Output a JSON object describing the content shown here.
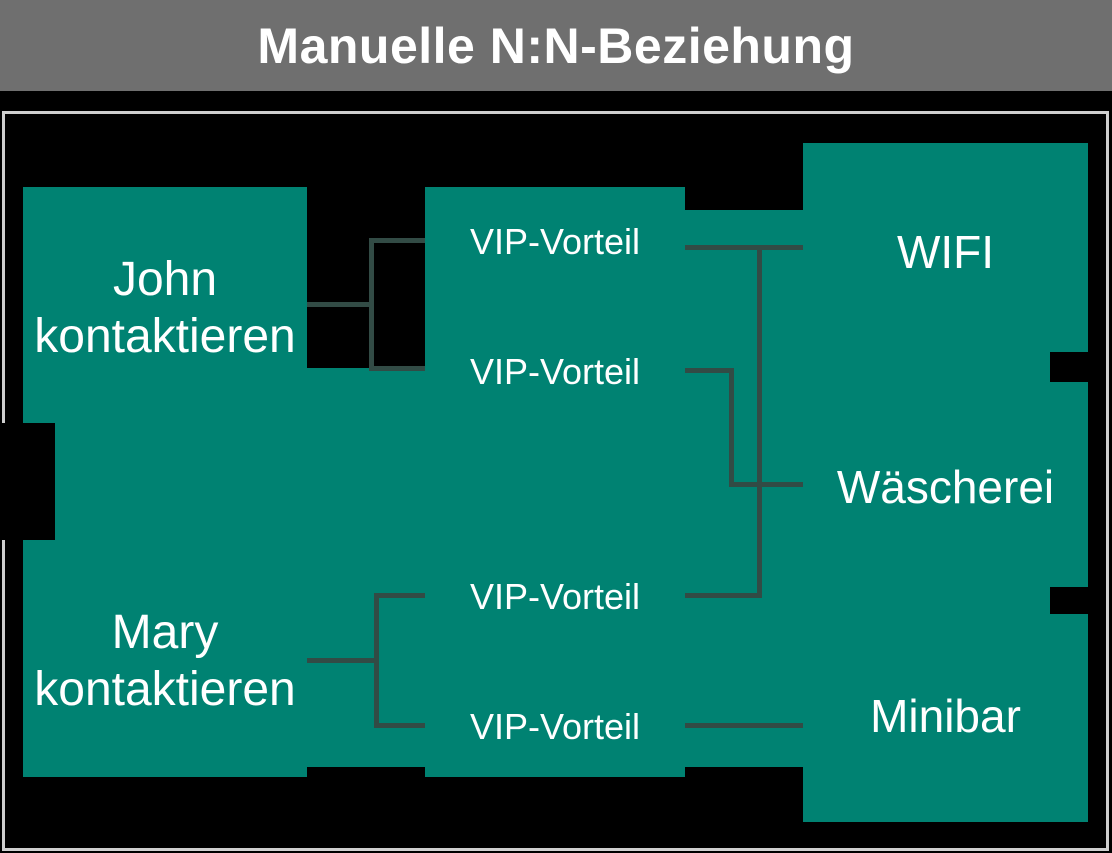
{
  "title": "Manuelle N:N-Beziehung",
  "colors": {
    "teal": "#008272",
    "connector": "#324B45",
    "header_bg": "#6F6F6F",
    "canvas_bg": "#000000",
    "border": "#CFCFCF",
    "text": "#FFFFFF"
  },
  "diagram": {
    "contacts": [
      {
        "id": "john",
        "lines": [
          "John",
          "kontaktieren"
        ]
      },
      {
        "id": "mary",
        "lines": [
          "Mary",
          "kontaktieren"
        ]
      }
    ],
    "junctions": [
      {
        "id": "vip-1",
        "label": "VIP-Vorteil"
      },
      {
        "id": "vip-2",
        "label": "VIP-Vorteil"
      },
      {
        "id": "vip-3",
        "label": "VIP-Vorteil"
      },
      {
        "id": "vip-4",
        "label": "VIP-Vorteil"
      }
    ],
    "benefits": [
      {
        "id": "wifi",
        "label": "WIFI"
      },
      {
        "id": "waescherei",
        "label": "Wäscherei"
      },
      {
        "id": "minibar",
        "label": "Minibar"
      }
    ],
    "edges": [
      [
        "john",
        "vip-1"
      ],
      [
        "john",
        "vip-2"
      ],
      [
        "mary",
        "vip-3"
      ],
      [
        "mary",
        "vip-4"
      ],
      [
        "vip-1",
        "wifi"
      ],
      [
        "vip-2",
        "waescherei"
      ],
      [
        "vip-3",
        "wifi"
      ],
      [
        "vip-4",
        "minibar"
      ]
    ]
  }
}
